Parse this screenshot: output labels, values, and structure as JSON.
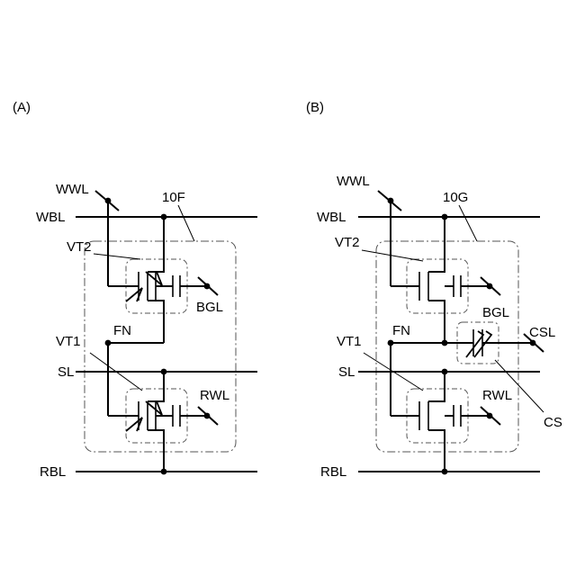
{
  "panel_a": {
    "tag": "(A)",
    "cell": "10F",
    "lines": {
      "write_word": "WWL",
      "write_bit": "WBL",
      "source": "SL",
      "read_bit": "RBL",
      "back_gate": "BGL",
      "read_word": "RWL"
    },
    "transistors": {
      "write": "VT2",
      "read": "VT1"
    },
    "node": "FN"
  },
  "panel_b": {
    "tag": "(B)",
    "cell": "10G",
    "lines": {
      "write_word": "WWL",
      "write_bit": "WBL",
      "source": "SL",
      "read_bit": "RBL",
      "back_gate": "BGL",
      "read_word": "RWL",
      "capacitor_select": "CSL"
    },
    "transistors": {
      "write": "VT2",
      "read": "VT1"
    },
    "node": "FN",
    "capacitor": "CS"
  }
}
